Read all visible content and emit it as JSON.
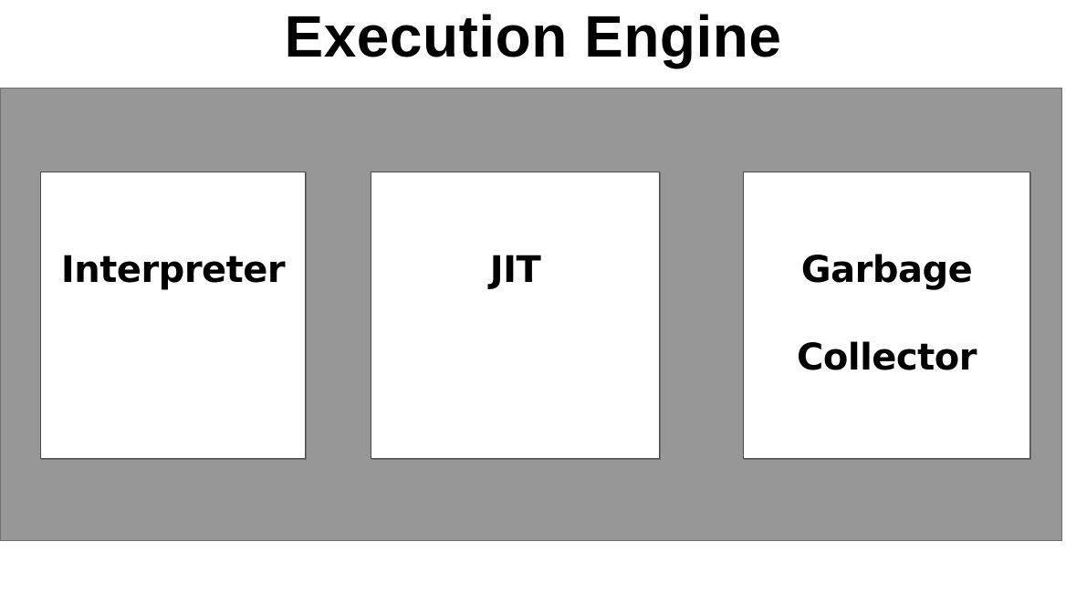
{
  "title": "Execution Engine",
  "colors": {
    "background": "#ffffff",
    "engine_panel_fill": "#979797",
    "component_fill": "#ffffff",
    "text": "#000000"
  },
  "engine": {
    "components": [
      {
        "id": "interpreter",
        "lines": [
          "Interpreter"
        ]
      },
      {
        "id": "jit",
        "lines": [
          "JIT"
        ]
      },
      {
        "id": "garbage-collector",
        "lines": [
          "Garbage",
          "Collector"
        ]
      }
    ]
  }
}
